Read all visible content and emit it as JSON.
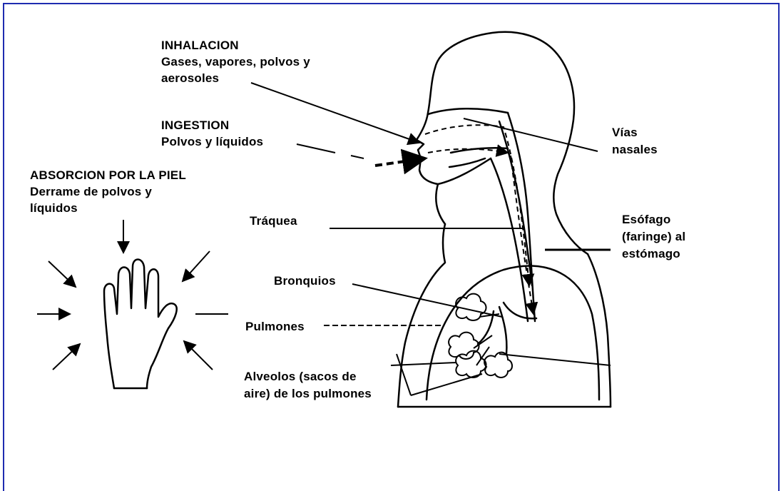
{
  "frame_color": "#1f2cb0",
  "route_labels": {
    "inhalacion_title": "INHALACION",
    "inhalacion_line1": "Gases, vapores, polvos y",
    "inhalacion_line2": "aerosoles",
    "ingestion_title": "INGESTION",
    "ingestion_line1": "Polvos y líquidos",
    "absorcion_title": "ABSORCION POR LA PIEL",
    "absorcion_line1": "Derrame de polvos y",
    "absorcion_line2": "líquidos"
  },
  "anatomy_labels": {
    "vias_line1": "Vías",
    "vias_line2": "nasales",
    "traquea": "Tráquea",
    "esofago_line1": "Esófago",
    "esofago_line2": "(faringe) al",
    "esofago_line3": "estómago",
    "bronquios": "Bronquios",
    "pulmones": "Pulmones",
    "alveolos_line1": "Alveolos (sacos de",
    "alveolos_line2": "aire) de los pulmones"
  },
  "icons": [
    "hand-icon",
    "head-silhouette-icon",
    "lung-alveoli-icon"
  ]
}
